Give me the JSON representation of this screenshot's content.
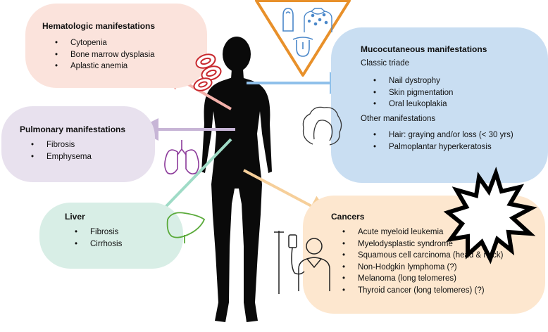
{
  "hematologic": {
    "title": "Hematologic manifestations",
    "items": [
      "Cytopenia",
      "Bone marrow dysplasia",
      "Aplastic anemia"
    ]
  },
  "pulmonary": {
    "title": "Pulmonary manifestations",
    "items": [
      "Fibrosis",
      "Emphysema"
    ]
  },
  "liver": {
    "title": "Liver",
    "items": [
      "Fibrosis",
      "Cirrhosis"
    ]
  },
  "mucocutaneous": {
    "title": "Mucocutaneous manifestations",
    "classic_label": "Classic triade",
    "classic_items": [
      "Nail dystrophy",
      "Skin pigmentation",
      "Oral leukoplakia"
    ],
    "other_label": "Other manifestations",
    "other_items": [
      "Hair: graying and/or loss (< 30 yrs)",
      "Palmoplantar hyperkeratosis"
    ]
  },
  "cancers": {
    "title": "Cancers",
    "items": [
      "Acute myeloid leukemia",
      "Myelodysplastic syndrome",
      "Squamous cell carcinoma (head & neck)",
      "Non-Hodgkin lymphoma (?)",
      "Melanoma (long telomeres)",
      "Thyroid cancer (long telomeres) (?)"
    ]
  },
  "colors": {
    "hematologic": "#fbe3dc",
    "pulmonary": "#e8e1ee",
    "liver": "#d8eee6",
    "mucocutaneous": "#c9def2",
    "cancers": "#fde7cf",
    "triangle": "#e8902a",
    "icon_blue": "#4a87c9",
    "icon_red": "#c8282e",
    "icon_purple": "#8c3a9a",
    "icon_green": "#5aaa3a"
  },
  "icons": [
    "red-blood-cells-icon",
    "lungs-icon",
    "liver-icon",
    "hair-icon",
    "hand-icon",
    "skin-back-icon",
    "tongue-icon",
    "patient-iv-icon",
    "explosion-icon",
    "human-silhouette"
  ]
}
